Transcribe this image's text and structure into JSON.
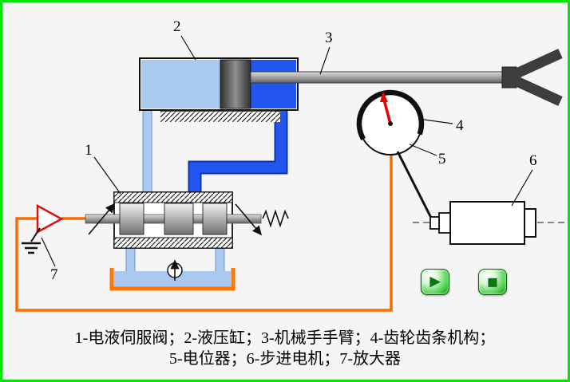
{
  "callouts": {
    "n1": "1",
    "n2": "2",
    "n3": "3",
    "n4": "4",
    "n5": "5",
    "n6": "6",
    "n7": "7"
  },
  "caption": {
    "line1": "1-电液伺服阀；2-液压缸；3-机械手手臂；4-齿轮齿条机构；",
    "line2": "5-电位器；6-步进电机；7-放大器"
  },
  "icons": {
    "play": "▶",
    "stop": "■"
  },
  "colors": {
    "frame_green": "#00e400",
    "wire_orange": "#ff6a00",
    "pipe_blue": "#2256ee",
    "pipe_light_blue": "#a9c9ee",
    "tank_outline_orange": "#ff7700",
    "needle_red": "#e60000",
    "amplifier_red": "#e01010",
    "button_green": "#14b314"
  }
}
